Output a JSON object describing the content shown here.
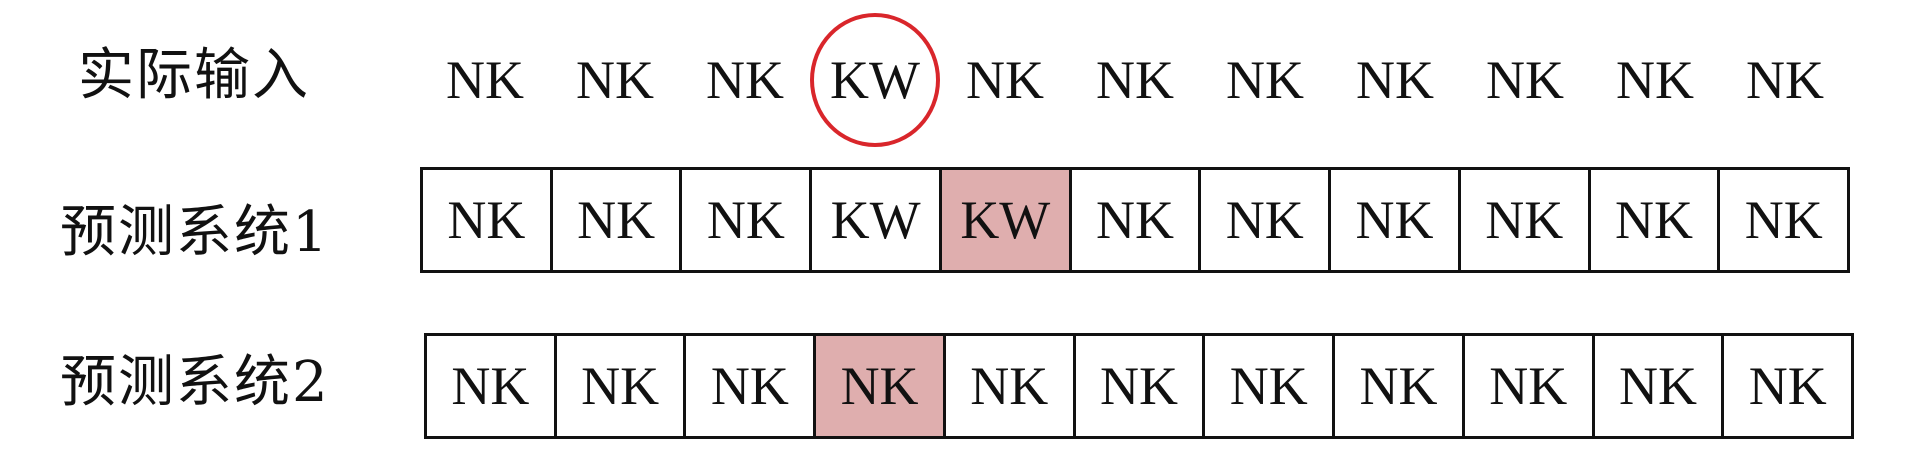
{
  "colors": {
    "highlight_fill": "#dfaeae",
    "circle_stroke": "#d9262b",
    "border": "#111111"
  },
  "rows": [
    {
      "label": "实际输入",
      "boxed": false,
      "cells": [
        {
          "text": "NK"
        },
        {
          "text": "NK"
        },
        {
          "text": "NK"
        },
        {
          "text": "KW",
          "circled": true
        },
        {
          "text": "NK"
        },
        {
          "text": "NK"
        },
        {
          "text": "NK"
        },
        {
          "text": "NK"
        },
        {
          "text": "NK"
        },
        {
          "text": "NK"
        },
        {
          "text": "NK"
        }
      ]
    },
    {
      "label": "预测系统1",
      "boxed": true,
      "cells": [
        {
          "text": "NK"
        },
        {
          "text": "NK"
        },
        {
          "text": "NK"
        },
        {
          "text": "KW"
        },
        {
          "text": "KW",
          "highlighted": true
        },
        {
          "text": "NK"
        },
        {
          "text": "NK"
        },
        {
          "text": "NK"
        },
        {
          "text": "NK"
        },
        {
          "text": "NK"
        },
        {
          "text": "NK"
        }
      ]
    },
    {
      "label": "预测系统2",
      "boxed": true,
      "cells": [
        {
          "text": "NK"
        },
        {
          "text": "NK"
        },
        {
          "text": "NK"
        },
        {
          "text": "NK",
          "highlighted": true
        },
        {
          "text": "NK"
        },
        {
          "text": "NK"
        },
        {
          "text": "NK"
        },
        {
          "text": "NK"
        },
        {
          "text": "NK"
        },
        {
          "text": "NK"
        },
        {
          "text": "NK"
        }
      ]
    }
  ]
}
